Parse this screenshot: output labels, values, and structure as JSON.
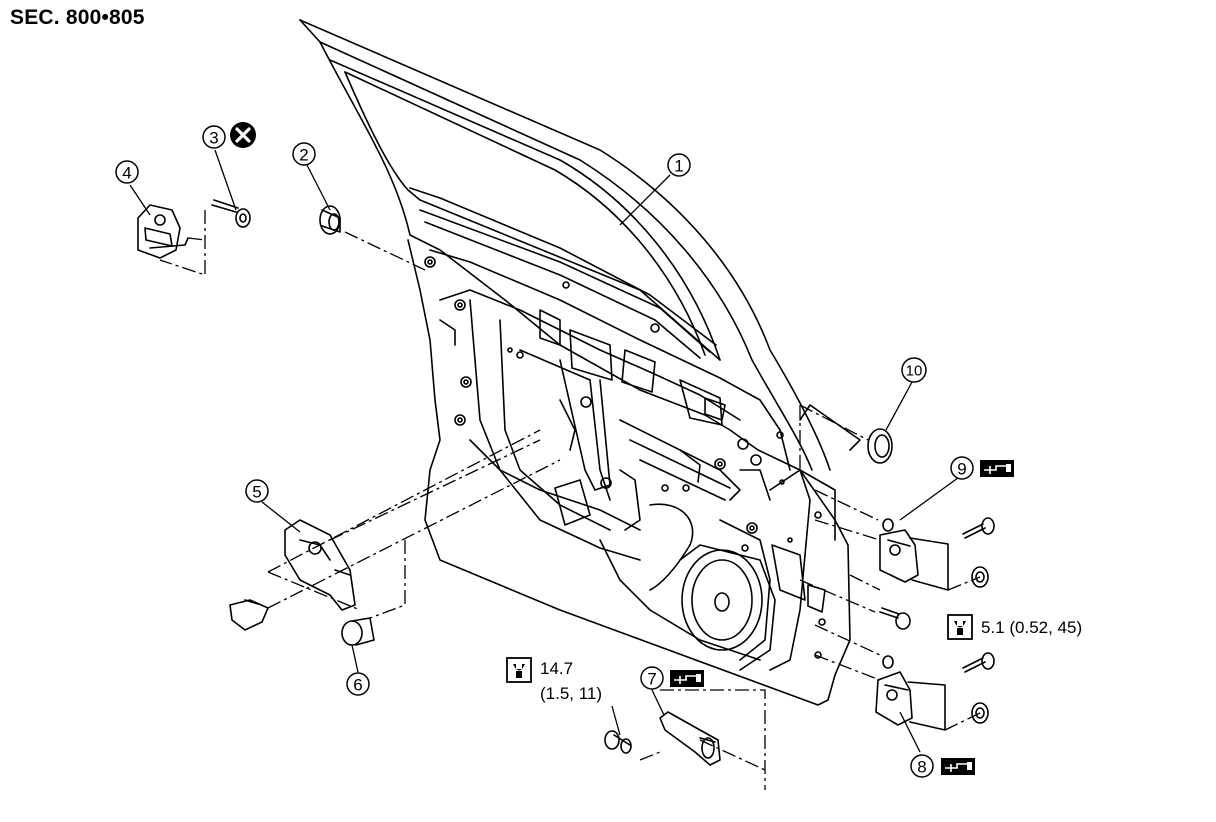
{
  "section_title": "SEC. 800•805",
  "callouts": [
    {
      "number": "1",
      "part": "door panel"
    },
    {
      "number": "2",
      "part": "grommet"
    },
    {
      "number": "3",
      "part": "screw"
    },
    {
      "number": "4",
      "part": "striker"
    },
    {
      "number": "5",
      "part": "bumper bracket"
    },
    {
      "number": "6",
      "part": "rubber stopper"
    },
    {
      "number": "7",
      "part": "door check link"
    },
    {
      "number": "8",
      "part": "lower hinge"
    },
    {
      "number": "9",
      "part": "upper hinge"
    },
    {
      "number": "10",
      "part": "plug"
    }
  ],
  "torque_specs": [
    {
      "value": "5.1 (0.52, 45)",
      "icon": "torque-wrench-icon"
    },
    {
      "value_line1": "14.7",
      "value_line2": "(1.5, 11)",
      "icon": "torque-wrench-icon"
    }
  ],
  "symbols": {
    "no_reuse_icon": "do-not-reuse-icon",
    "adjust_icon": "hinge-adjust-icon"
  },
  "colors": {
    "line": "#000000",
    "background": "#ffffff"
  }
}
